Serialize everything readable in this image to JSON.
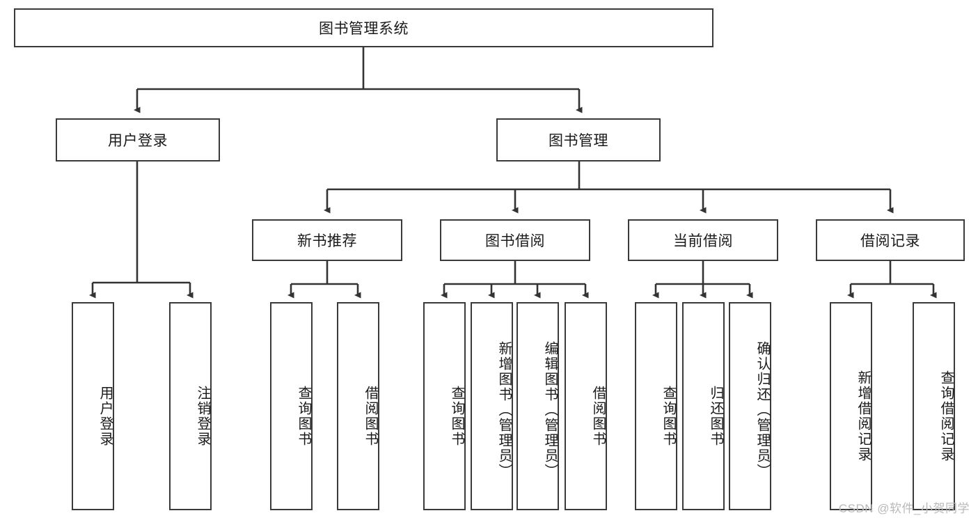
{
  "diagram": {
    "title": "图书管理系统",
    "type": "tree-hierarchy-diagram",
    "colors": {
      "border": "#3a3a3a",
      "background": "#ffffff",
      "text": "#1a1a1a",
      "connector": "#333333",
      "watermark": "#b9b9b9"
    },
    "root": {
      "label": "图书管理系统"
    },
    "level2": [
      {
        "label": "用户登录"
      },
      {
        "label": "图书管理"
      }
    ],
    "level3": [
      {
        "label": "新书推荐"
      },
      {
        "label": "图书借阅"
      },
      {
        "label": "当前借阅"
      },
      {
        "label": "借阅记录"
      }
    ],
    "leaves": {
      "user_login": [
        {
          "label": "用户登录"
        },
        {
          "label": "注销登录"
        }
      ],
      "new_book": [
        {
          "label": "查询图书"
        },
        {
          "label": "借阅图书"
        }
      ],
      "book_borrow": [
        {
          "label": "查询图书"
        },
        {
          "label": "新增图书（管理员）"
        },
        {
          "label": "编辑图书（管理员）"
        },
        {
          "label": "借阅图书"
        }
      ],
      "current_borrow": [
        {
          "label": "查询图书"
        },
        {
          "label": "归还图书"
        },
        {
          "label": "确认归还（管理员）"
        }
      ],
      "borrow_record": [
        {
          "label": "新增借阅记录"
        },
        {
          "label": "查询借阅记录"
        }
      ]
    }
  },
  "watermark": {
    "text": "CSDN @软件_小贺同学"
  }
}
